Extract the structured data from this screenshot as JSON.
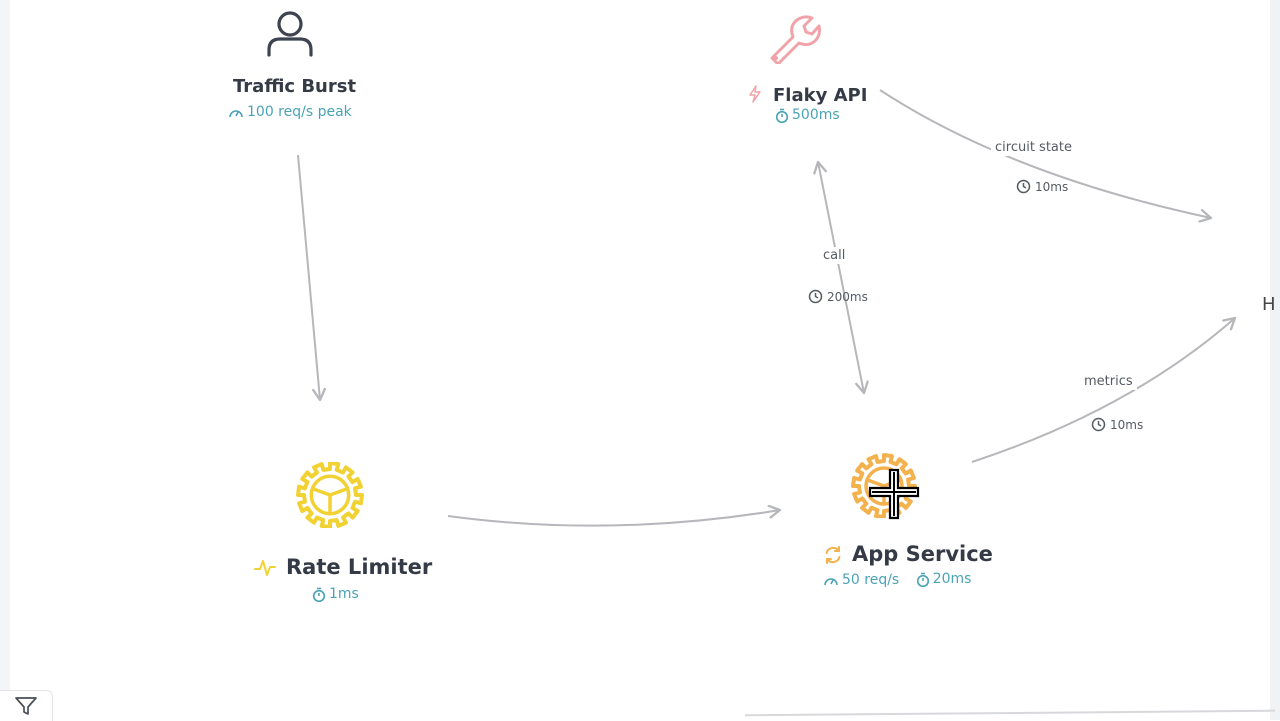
{
  "nodes": {
    "traffic_burst": {
      "title": "Traffic Burst",
      "metric": "100 req/s peak",
      "icon": "user-icon"
    },
    "flaky_api": {
      "title": "Flaky API",
      "latency": "500ms",
      "icon": "wrench-icon",
      "status_icon": "bolt-icon"
    },
    "rate_limiter": {
      "title": "Rate Limiter",
      "latency": "1ms",
      "icon": "gear-icon",
      "status_icon": "pulse-icon"
    },
    "app_service": {
      "title": "App Service",
      "throughput": "50 req/s",
      "latency": "20ms",
      "icon": "gear-icon",
      "status_icon": "sync-icon"
    },
    "offscreen": {
      "title_fragment": "H"
    }
  },
  "edges": {
    "flaky_to_offscreen": {
      "label": "circuit state",
      "latency": "10ms"
    },
    "flaky_app_call": {
      "label": "call",
      "latency": "200ms"
    },
    "app_to_offscreen": {
      "label": "metrics",
      "latency": "10ms"
    }
  },
  "colors": {
    "edge": "#b5b7ba",
    "gear": "#f2d233",
    "app_gear": "#f3b24d",
    "wrench": "#f0a3a8",
    "metric": "#4aa3b5",
    "title": "#343a46"
  },
  "toolbar": {
    "filter_icon": "filter-icon"
  }
}
